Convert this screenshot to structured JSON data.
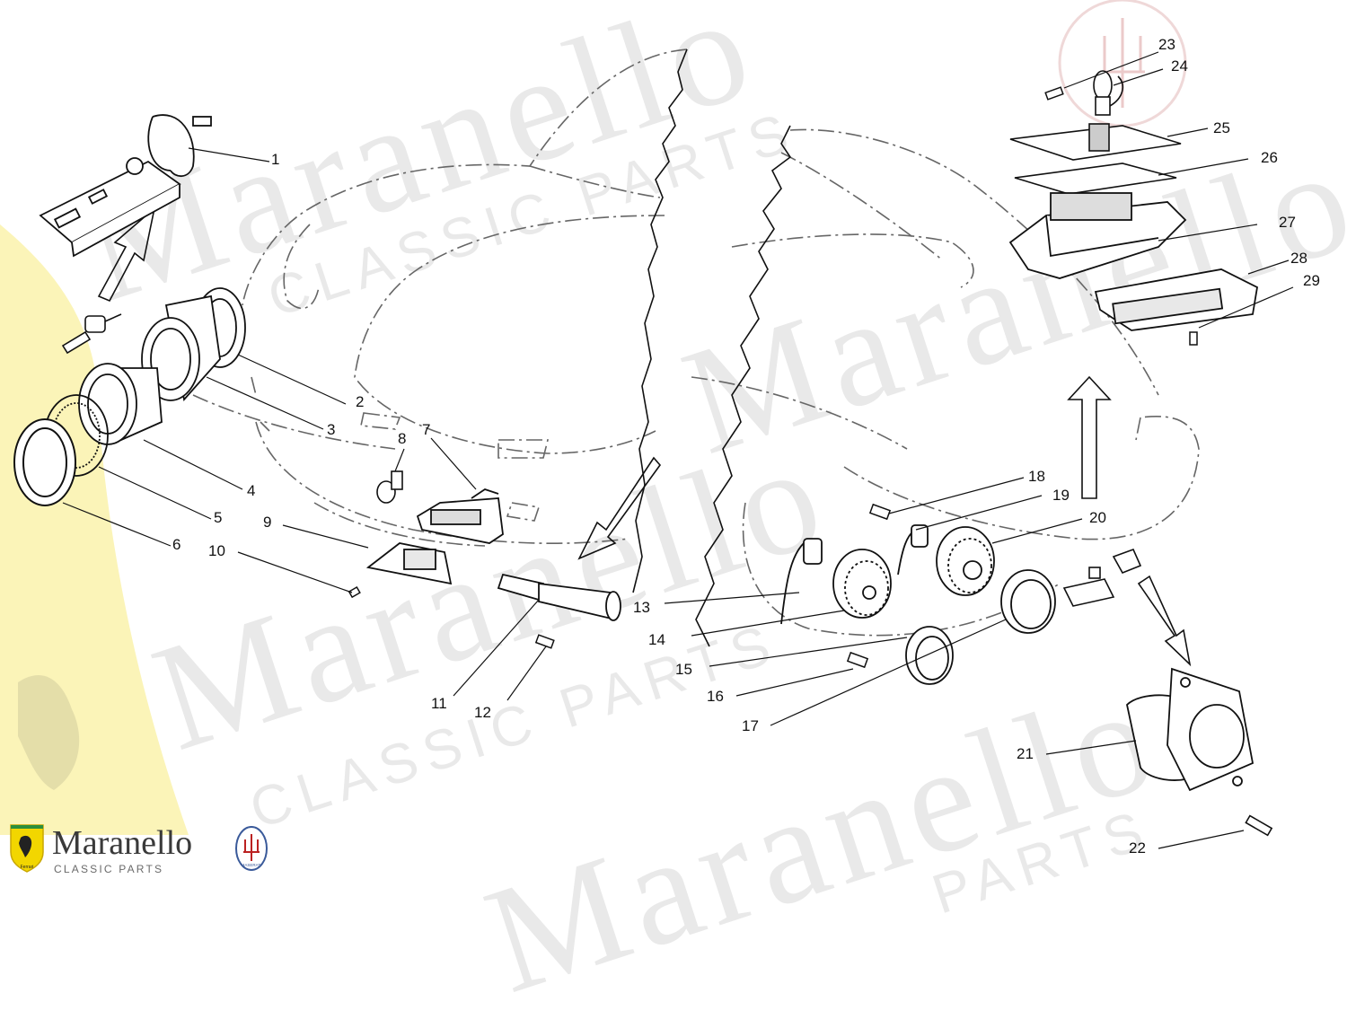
{
  "brand": {
    "name": "Maranello",
    "tagline": "CLASSIC PARTS",
    "badge_text": "Ferrari",
    "marque_text": "MASERATI",
    "watermark_large": "Maranello",
    "watermark_small_a": "CLASSIC PARTS",
    "watermark_small_b": "PARTS",
    "shield_color": "#f2d600",
    "shield_edge": "#c9a700"
  },
  "callouts": [
    {
      "n": "1"
    },
    {
      "n": "2"
    },
    {
      "n": "3"
    },
    {
      "n": "4"
    },
    {
      "n": "5"
    },
    {
      "n": "6"
    },
    {
      "n": "7"
    },
    {
      "n": "8"
    },
    {
      "n": "9"
    },
    {
      "n": "10"
    },
    {
      "n": "11"
    },
    {
      "n": "12"
    },
    {
      "n": "13"
    },
    {
      "n": "14"
    },
    {
      "n": "15"
    },
    {
      "n": "16"
    },
    {
      "n": "17"
    },
    {
      "n": "18"
    },
    {
      "n": "19"
    },
    {
      "n": "20"
    },
    {
      "n": "21"
    },
    {
      "n": "22"
    },
    {
      "n": "23"
    },
    {
      "n": "24"
    },
    {
      "n": "25"
    },
    {
      "n": "26"
    },
    {
      "n": "27"
    },
    {
      "n": "28"
    },
    {
      "n": "29"
    }
  ]
}
